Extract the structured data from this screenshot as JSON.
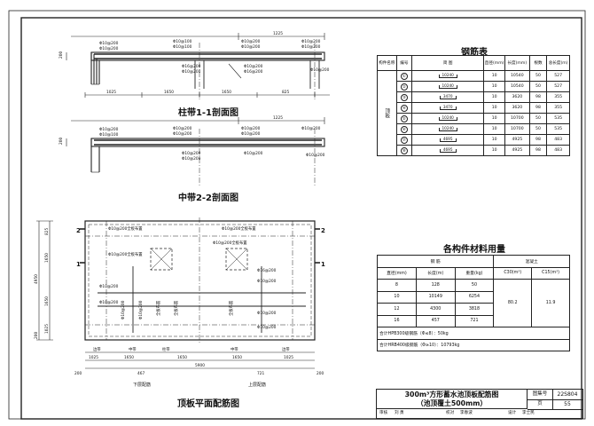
{
  "section1": {
    "caption": "柱带1-1剖面图",
    "rebar_labels": [
      "Φ10@200",
      "Φ10@200",
      "Φ10@100",
      "Φ10@100",
      "Φ16@200",
      "Φ10@200",
      "Φ10@200",
      "Φ10@200",
      "Φ10@200",
      "Φ16@200",
      "Φ10@200",
      "Φ10@200",
      "Φ10@200"
    ],
    "dims": [
      "1225",
      "1025",
      "1650",
      "1650",
      "825"
    ],
    "side_dim": "200"
  },
  "section2": {
    "caption": "中带2-2剖面图",
    "rebar_labels": [
      "Φ10@200",
      "Φ10@100",
      "Φ10@200",
      "Φ10@200",
      "Φ10@200",
      "Φ10@200",
      "Φ10@200",
      "Φ10@200",
      "Φ10@200",
      "Φ10@200",
      "Φ10@200"
    ],
    "dims": [
      "1225"
    ],
    "side_dim": "200"
  },
  "plan": {
    "caption": "顶板平面配筋图",
    "axis_numbers": [
      "2",
      "2",
      "1",
      "1"
    ],
    "callouts": [
      "Φ10@200全板布置",
      "Φ10@200全板布置",
      "Φ10@200全板布置",
      "Φ10@200全板布置"
    ],
    "rebar_labels": [
      "Φ10@200",
      "Φ10@200",
      "Φ16@200",
      "Φ10@200",
      "Φ10@200",
      "Φ10@200",
      "Φ10@200",
      "Φ10@200"
    ],
    "band_labels": [
      "全板布置",
      "全板布置",
      "全板布置"
    ],
    "side_dims": [
      "825",
      "1650",
      "4950",
      "1650",
      "200",
      "1025"
    ],
    "bottom_bands": [
      "边带",
      "中带",
      "柱带",
      "中带",
      "边带"
    ],
    "bottom_dims": [
      "1025",
      "1650",
      "1650",
      "1650",
      "1025"
    ],
    "total": "5900",
    "edge_left": "200",
    "edge_right": "200",
    "half_dims": [
      "467",
      "721"
    ],
    "lower_label": "下层配筋",
    "upper_label": "上层配筋"
  },
  "rebar_table": {
    "title": "钢筋表",
    "headers": [
      "构件名称",
      "编号",
      "简 图",
      "直径(mm)",
      "长度(mm)",
      "根数",
      "总长度(m)"
    ],
    "component": "顶板",
    "rows": [
      {
        "no": "①",
        "dim": "10240",
        "diameter": "10",
        "length": "10540",
        "count": "50",
        "total": "527"
      },
      {
        "no": "②",
        "dim": "10240",
        "diameter": "10",
        "length": "10540",
        "count": "50",
        "total": "527"
      },
      {
        "no": "③",
        "dim": "3470",
        "diameter": "10",
        "length": "3620",
        "count": "98",
        "total": "355"
      },
      {
        "no": "④",
        "dim": "3470",
        "diameter": "10",
        "length": "3620",
        "count": "98",
        "total": "355"
      },
      {
        "no": "⑤",
        "dim": "10240",
        "diameter": "10",
        "length": "10700",
        "count": "50",
        "total": "535"
      },
      {
        "no": "⑥",
        "dim": "10240",
        "diameter": "10",
        "length": "10700",
        "count": "50",
        "total": "535"
      },
      {
        "no": "⑦",
        "dim": "4695",
        "diameter": "10",
        "length": "4925",
        "count": "98",
        "total": "483"
      },
      {
        "no": "⑧",
        "dim": "4695",
        "diameter": "10",
        "length": "4925",
        "count": "98",
        "total": "483"
      }
    ]
  },
  "material_table": {
    "title": "各构件材料用量",
    "group_steel": "钢 筋",
    "group_concrete": "混凝土",
    "headers": [
      "直径(mm)",
      "长度(m)",
      "重量(kg)",
      "C30(m³)",
      "C15(m³)"
    ],
    "rows": [
      {
        "diameter": "8",
        "length": "128",
        "weight": "50"
      },
      {
        "diameter": "10",
        "length": "10149",
        "weight": "6254"
      },
      {
        "diameter": "12",
        "length": "4300",
        "weight": "3818"
      },
      {
        "diameter": "16",
        "length": "457",
        "weight": "721"
      }
    ],
    "c30": "80.2",
    "c15": "11.9",
    "note1": "合计HPB300级钢筋（Φ≤8）：50kg",
    "note2": "合计HRB400级钢筋（Φ≥10）：10793kg"
  },
  "title_block": {
    "title_line1": "300m³方形蓄水池顶板配筋图",
    "title_line2": "（池顶覆土500mm）",
    "atlas_label": "图集号",
    "atlas_no": "22S804",
    "page_label": "页",
    "page_no": "55",
    "sign_review": "审核",
    "sign_review_name": "刘 勇",
    "sign_check": "校对",
    "sign_check_name": "李春波",
    "sign_design": "设计",
    "sign_design_name": "李士民"
  }
}
